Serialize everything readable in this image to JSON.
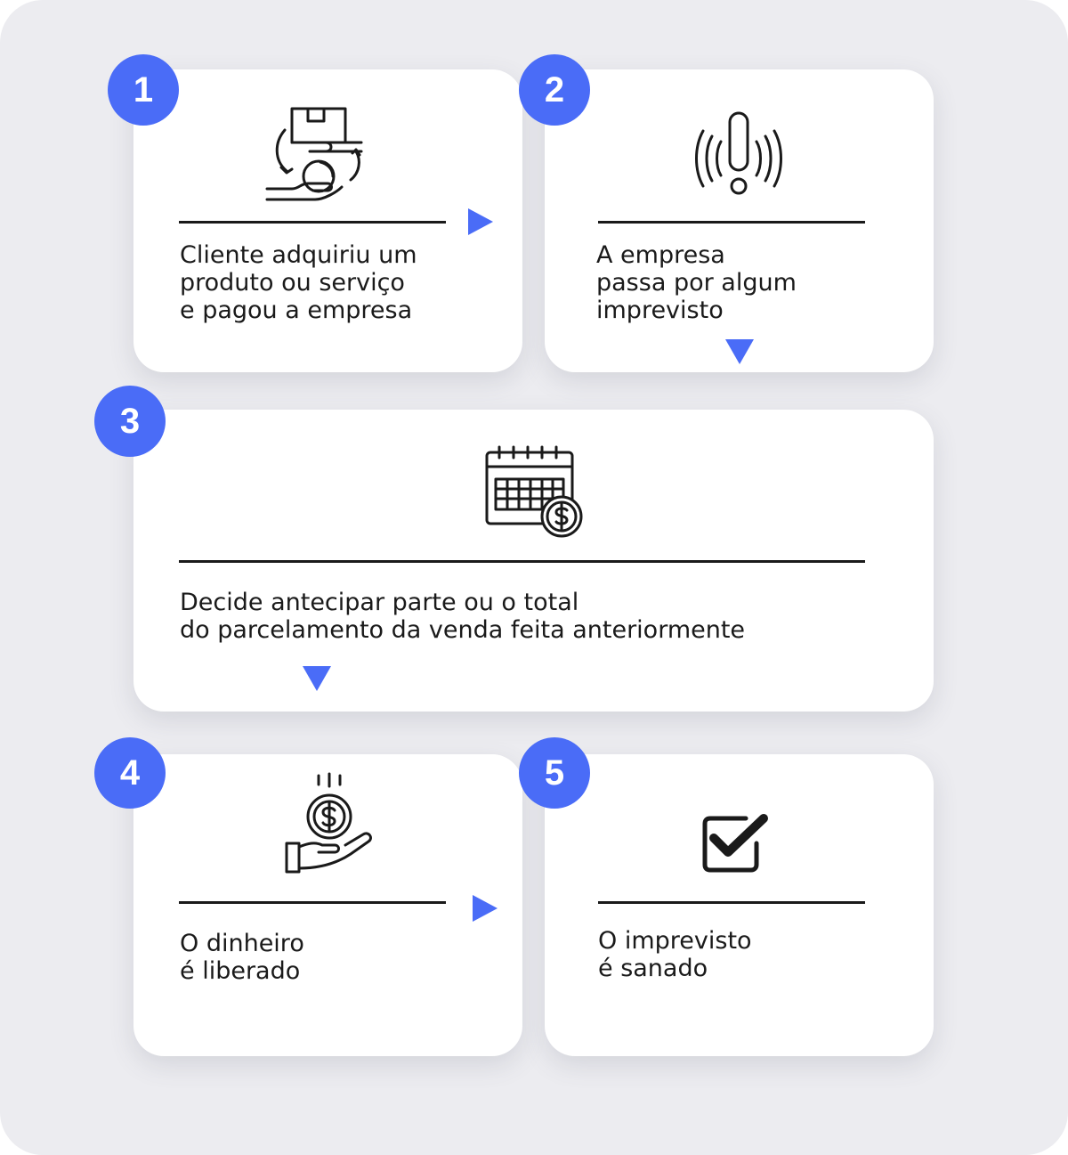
{
  "accent_color": "#4a6cf7",
  "steps": [
    {
      "number": "1",
      "text": "Cliente adquiriu um\nproduto ou serviço\ne pagou a empresa",
      "icon": "product-payment-exchange-icon"
    },
    {
      "number": "2",
      "text": "A empresa\npassa por algum\nimprevisto",
      "icon": "alert-exclamation-icon"
    },
    {
      "number": "3",
      "text": "Decide antecipar parte ou o total\ndo parcelamento da venda feita anteriormente",
      "icon": "calendar-money-icon"
    },
    {
      "number": "4",
      "text": "O dinheiro\né liberado",
      "icon": "money-in-hand-icon"
    },
    {
      "number": "5",
      "text": "O imprevisto\né sanado",
      "icon": "checkbox-checked-icon"
    }
  ],
  "arrows": [
    "arrow-right-icon",
    "arrow-down-icon"
  ]
}
